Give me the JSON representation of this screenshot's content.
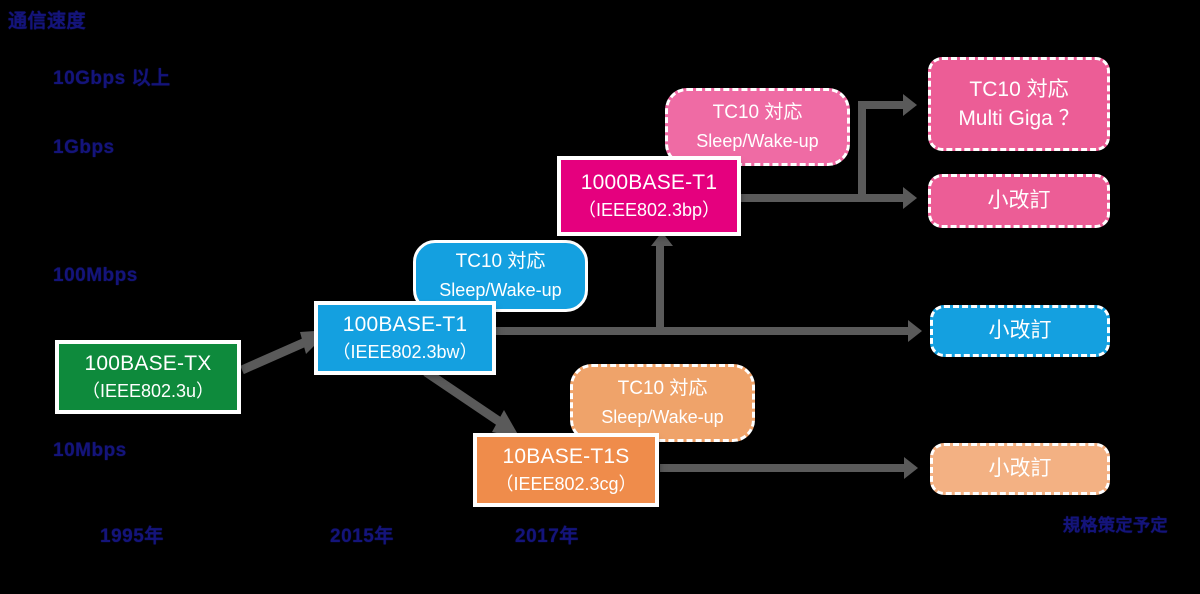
{
  "chart_data": {
    "type": "diagram",
    "title": "通信速度",
    "xlabel": "",
    "ylabel": "通信速度",
    "y_ticks": [
      "10Gbps 以上",
      "1Gbps",
      "100Mbps",
      "10Mbps"
    ],
    "x_ticks": [
      "1995年",
      "2015年",
      "2017年"
    ],
    "right_note": "規格策定予定",
    "nodes": [
      {
        "id": "n100basetx",
        "line1": "100BASE-TX",
        "line2": "（IEEE802.3u）",
        "color": "#0e8a3c",
        "speed": "100Mbps",
        "year": "1995年"
      },
      {
        "id": "n100baset1",
        "line1": "100BASE-T1",
        "line2": "（IEEE802.3bw）",
        "color": "#14a0e0",
        "speed": "100Mbps",
        "year": "2015年"
      },
      {
        "id": "n1000baset1",
        "line1": "1000BASE-T1",
        "line2": "（IEEE802.3bp）",
        "color": "#e5007e",
        "speed": "1Gbps",
        "year": "2017年"
      },
      {
        "id": "n10baset1s",
        "line1": "10BASE-T1S",
        "line2": "（IEEE802.3cg）",
        "color": "#ef8c4b",
        "speed": "10Mbps",
        "year": "2017年"
      }
    ],
    "bubbles": [
      {
        "id": "b1000",
        "line1": "TC10 対応",
        "line2": "Sleep/Wake-up",
        "color": "#ef6ba4",
        "style": "dashed"
      },
      {
        "id": "b100",
        "line1": "TC10 対応",
        "line2": "Sleep/Wake-up",
        "color": "#14a0e0",
        "style": "solid"
      },
      {
        "id": "b10",
        "line1": "TC10 対応",
        "line2": "Sleep/Wake-up",
        "color": "#efa36a",
        "style": "dashed"
      }
    ],
    "results": [
      {
        "id": "r-multigiga",
        "line1": "TC10 対応",
        "line2": "Multi Giga ？",
        "color": "#ec5d96"
      },
      {
        "id": "r-pink-minor",
        "line1": "小改訂",
        "line2": "",
        "color": "#ec5d96"
      },
      {
        "id": "r-blue-minor",
        "line1": "小改訂",
        "line2": "",
        "color": "#14a0e0"
      },
      {
        "id": "r-orange-minor",
        "line1": "小改訂",
        "line2": "",
        "color": "#f3b183"
      }
    ],
    "edges": [
      {
        "from": "n100basetx",
        "to": "n100baset1",
        "kind": "diagonal-up"
      },
      {
        "from": "n100baset1",
        "to": "n10baset1s",
        "kind": "diagonal-down"
      },
      {
        "from": "n100baset1",
        "to": "r-blue-minor",
        "kind": "horizontal"
      },
      {
        "from": "n100baset1",
        "to": "n1000baset1",
        "kind": "vertical-up"
      },
      {
        "from": "n1000baset1",
        "to": "r-multigiga",
        "kind": "branch"
      },
      {
        "from": "n1000baset1",
        "to": "r-pink-minor",
        "kind": "branch"
      },
      {
        "from": "n10baset1s",
        "to": "r-orange-minor",
        "kind": "horizontal"
      }
    ]
  },
  "axis": {
    "vertical_title": "通信速度",
    "ticks": {
      "t10g": "10Gbps 以上",
      "t1g": "1Gbps",
      "t100m": "100Mbps",
      "t10m": "10Mbps"
    },
    "years": {
      "y1995": "1995年",
      "y2015": "2015年",
      "y2017": "2017年"
    },
    "right_note": "規格策定予定"
  },
  "nodes": {
    "basetx": {
      "title": "100BASE-TX",
      "spec": "（IEEE802.3u）"
    },
    "baset1_100": {
      "title": "100BASE-T1",
      "spec": "（IEEE802.3bw）"
    },
    "baset1_1000": {
      "title": "1000BASE-T1",
      "spec": "（IEEE802.3bp）"
    },
    "baset1s_10": {
      "title": "10BASE-T1S",
      "spec": "（IEEE802.3cg）"
    }
  },
  "bubbles": {
    "giga": {
      "l1": "TC10 対応",
      "l2": "Sleep/Wake-up"
    },
    "fast": {
      "l1": "TC10 対応",
      "l2": "Sleep/Wake-up"
    },
    "ten": {
      "l1": "TC10 対応",
      "l2": "Sleep/Wake-up"
    }
  },
  "results": {
    "multigiga": {
      "l1": "TC10 対応",
      "l2": "Multi Giga ？"
    },
    "pink_minor": {
      "l1": "小改訂"
    },
    "blue_minor": {
      "l1": "小改訂"
    },
    "orange_minor": {
      "l1": "小改訂"
    }
  },
  "colors": {
    "green": "#0e8a3c",
    "blue": "#14a0e0",
    "magenta": "#e5007e",
    "orange": "#ef8c4b",
    "pink": "#ef6ba4",
    "pink_light": "#ec5d96",
    "orange_light": "#f3b183",
    "connector": "#5a5a5a",
    "axis_text": "#14147a",
    "background": "#000000"
  }
}
